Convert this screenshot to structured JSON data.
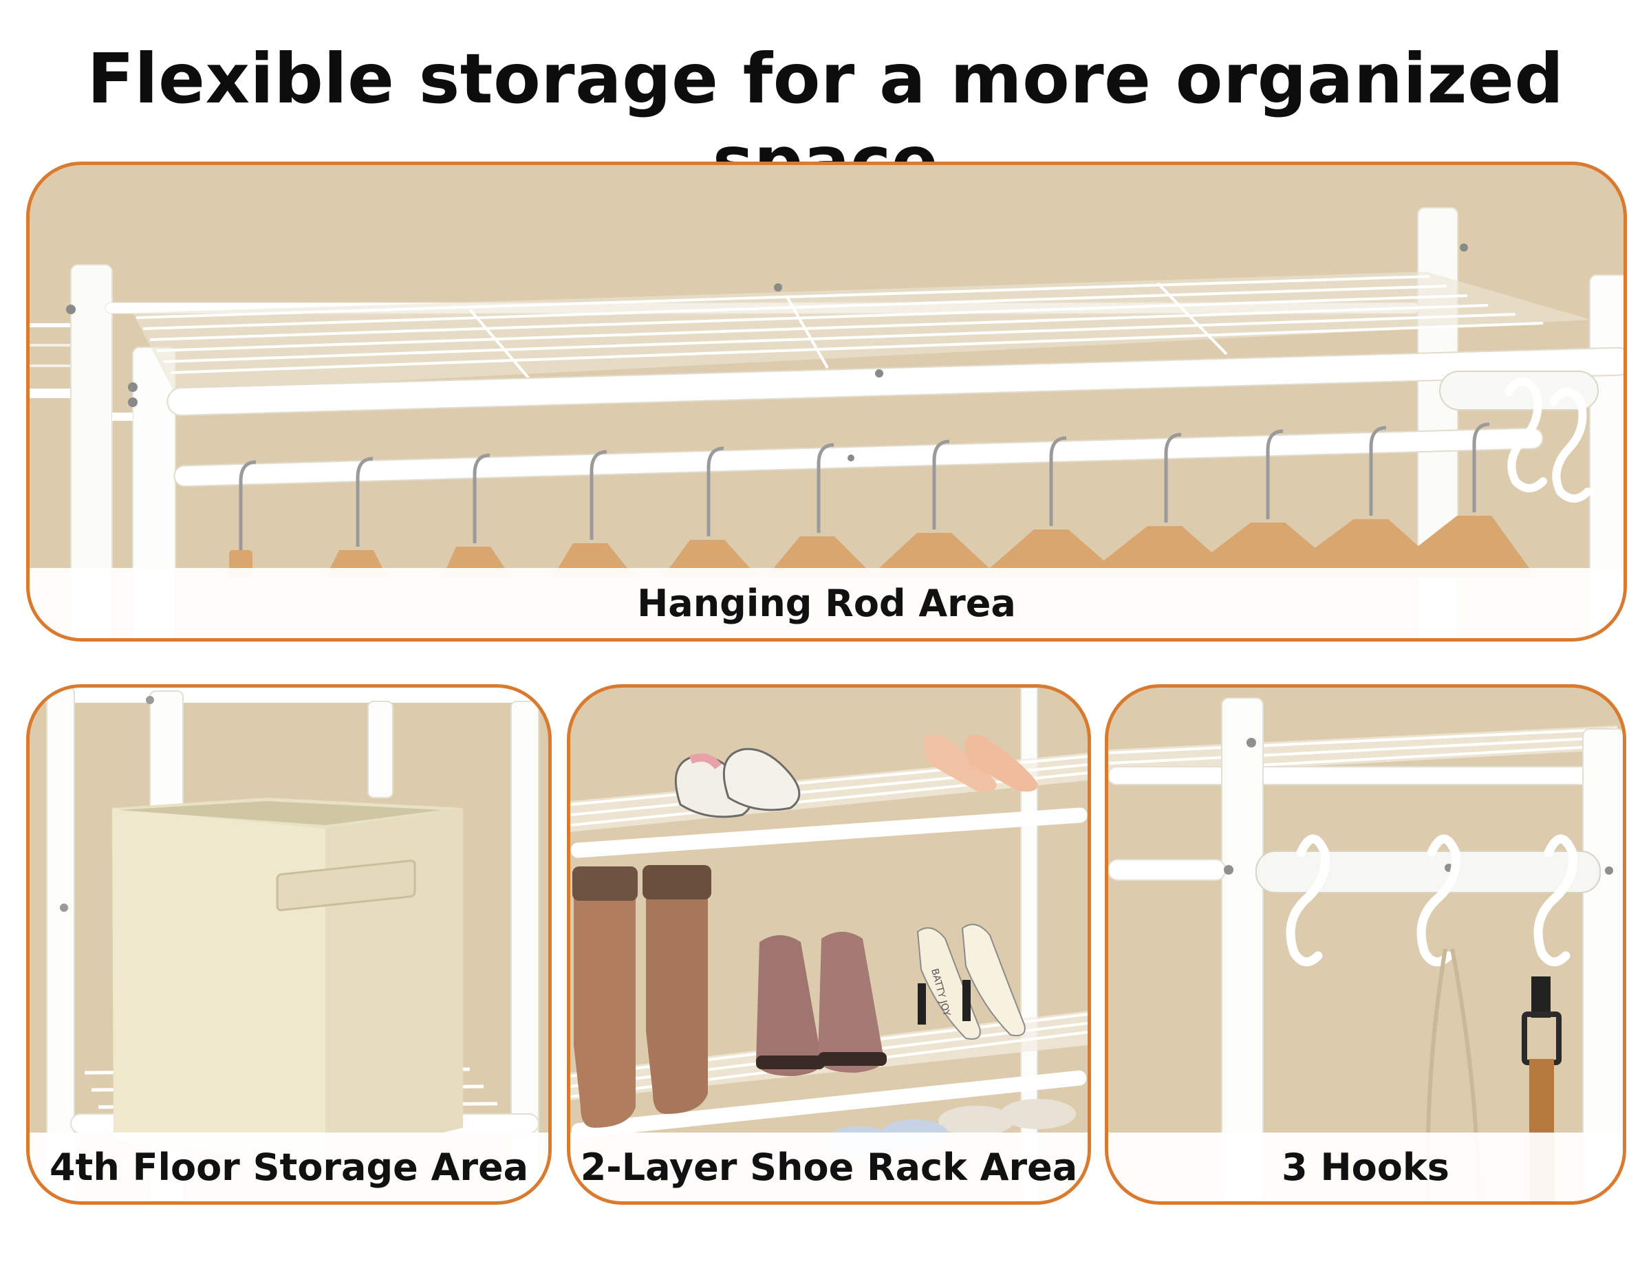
{
  "title": "Flexible storage for a more organized space",
  "colors": {
    "border": "#d97a2e",
    "background": "#dcccad",
    "rack": "#ffffff"
  },
  "panels": [
    {
      "caption": "Hanging Rod Area"
    },
    {
      "caption": "4th Floor Storage Area"
    },
    {
      "caption": "2-Layer Shoe Rack Area"
    },
    {
      "caption": "3 Hooks"
    }
  ],
  "shoe_label": "BATTY JOY"
}
